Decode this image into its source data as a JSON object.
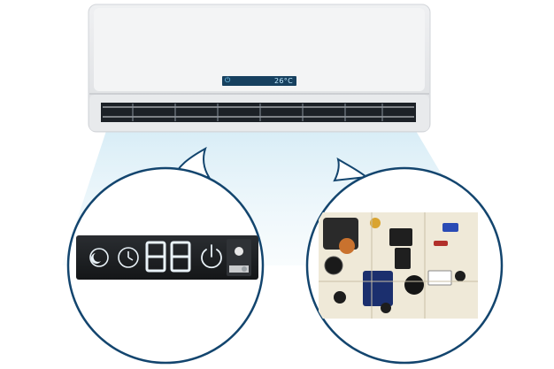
{
  "ac_unit": {
    "power_icon": "power-icon",
    "temperature": "26°C"
  },
  "colors": {
    "ac_body": "#e4e6e8",
    "ac_shadow": "#c9ccd0",
    "display_bg": "#16405f",
    "display_text": "#bfe9ff",
    "circle_border": "#13456e",
    "airflow": "#e2f0f7",
    "control_panel": "#1b1d20",
    "segment_digits": "#e9f2f8",
    "pcb_board": "#efe9d8"
  },
  "left_panel": {
    "image": "display-control-board",
    "icons": [
      "fan-sleep-icon",
      "timer-icon",
      "segment-digits",
      "power-icon"
    ]
  },
  "right_panel": {
    "image": "main-circuit-board"
  }
}
